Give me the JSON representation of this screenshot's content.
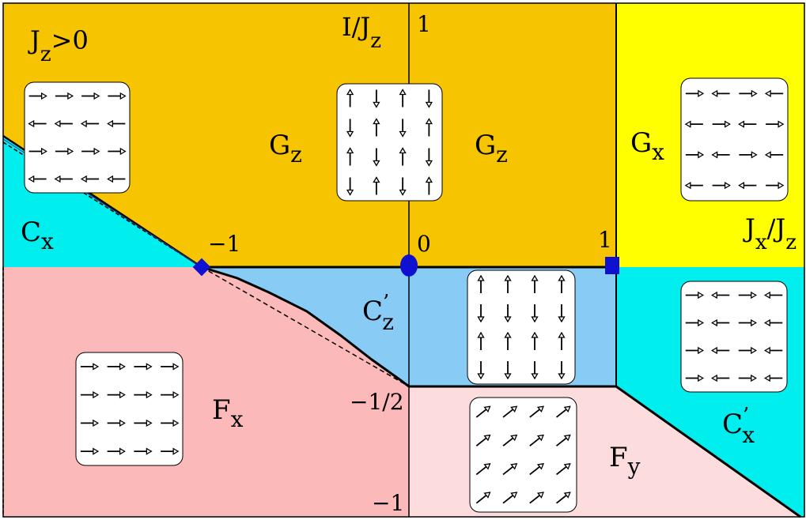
{
  "title": "",
  "colors": {
    "Gz": "#f6c400",
    "Gx": "#ffff00",
    "Cx": "#00eeee",
    "Cz_prime": "#88ccf5",
    "Fx": "#fbb9b9",
    "Fy": "#fcdcdc",
    "Cx_prime": "#00eeee",
    "point_marker": "#1010d0"
  },
  "axes": {
    "x_label": "J_x/J_z",
    "y_label": "I/J_z",
    "x_ticks": [
      "−1",
      "0",
      "1"
    ],
    "y_ticks": [
      "1",
      "−1/2",
      "−1"
    ]
  },
  "condition_label": "J_z>0",
  "phases": [
    {
      "key": "Gz_left",
      "label": "G",
      "sub": "z",
      "prime": ""
    },
    {
      "key": "Gz_right",
      "label": "G",
      "sub": "z",
      "prime": ""
    },
    {
      "key": "Gx",
      "label": "G",
      "sub": "x",
      "prime": ""
    },
    {
      "key": "Cx",
      "label": "C",
      "sub": "x",
      "prime": ""
    },
    {
      "key": "Cz_prime",
      "label": "C",
      "sub": "z",
      "prime": "’"
    },
    {
      "key": "Fx",
      "label": "F",
      "sub": "x",
      "prime": ""
    },
    {
      "key": "Fy",
      "label": "F",
      "sub": "y",
      "prime": ""
    },
    {
      "key": "Cx_prime",
      "label": "C",
      "sub": "x",
      "prime": "’"
    }
  ],
  "spin_patterns": {
    "Cx": [
      [
        "right",
        "right",
        "right",
        "right"
      ],
      [
        "left",
        "left",
        "left",
        "left"
      ],
      [
        "right",
        "right",
        "right",
        "right"
      ],
      [
        "left",
        "left",
        "left",
        "left"
      ]
    ],
    "Gz": [
      [
        "up",
        "down",
        "up",
        "down"
      ],
      [
        "down",
        "up",
        "down",
        "up"
      ],
      [
        "up",
        "down",
        "up",
        "down"
      ],
      [
        "down",
        "up",
        "down",
        "up"
      ]
    ],
    "Gx": [
      [
        "right",
        "left",
        "right",
        "left"
      ],
      [
        "left",
        "right",
        "left",
        "right"
      ],
      [
        "right",
        "left",
        "right",
        "left"
      ],
      [
        "left",
        "right",
        "left",
        "right"
      ]
    ],
    "Cz_prime": [
      [
        "up",
        "up",
        "up",
        "up"
      ],
      [
        "down",
        "down",
        "down",
        "down"
      ],
      [
        "up",
        "up",
        "up",
        "up"
      ],
      [
        "down",
        "down",
        "down",
        "down"
      ]
    ],
    "Fx": [
      [
        "right",
        "right",
        "right",
        "right"
      ],
      [
        "right",
        "right",
        "right",
        "right"
      ],
      [
        "right",
        "right",
        "right",
        "right"
      ],
      [
        "right",
        "right",
        "right",
        "right"
      ]
    ],
    "Fy": [
      [
        "upright",
        "upright",
        "upright",
        "upright"
      ],
      [
        "upright",
        "upright",
        "upright",
        "upright"
      ],
      [
        "upright",
        "upright",
        "upright",
        "upright"
      ],
      [
        "upright",
        "upright",
        "upright",
        "upright"
      ]
    ],
    "Cx_prime": [
      [
        "right",
        "left",
        "right",
        "left"
      ],
      [
        "right",
        "left",
        "right",
        "left"
      ],
      [
        "right",
        "left",
        "right",
        "left"
      ],
      [
        "right",
        "left",
        "right",
        "left"
      ]
    ]
  }
}
